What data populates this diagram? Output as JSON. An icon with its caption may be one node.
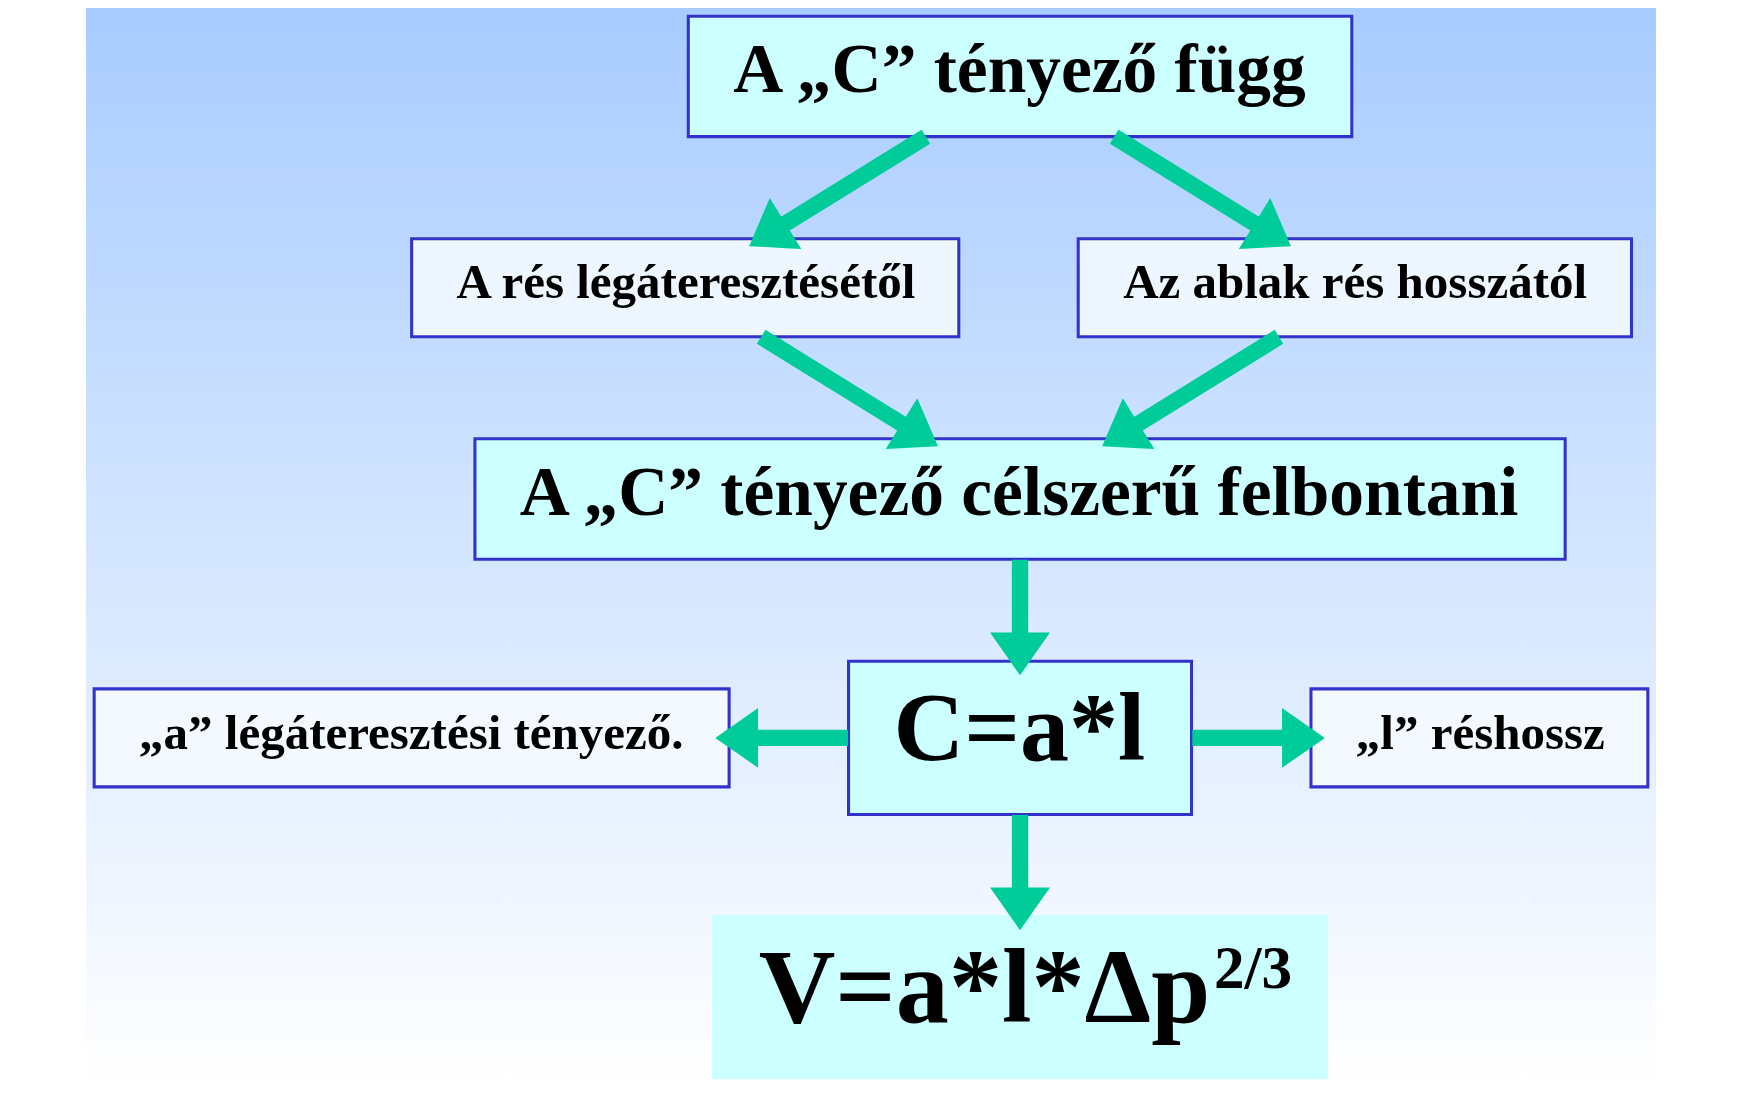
{
  "diagram": {
    "nodes": [
      {
        "text": [
          "A „C” tényező függ"
        ]
      },
      {
        "text": [
          "A rés légáteresztésétől"
        ]
      },
      {
        "text": [
          "Az ablak rés hosszától"
        ]
      },
      {
        "text": [
          "A „C” tényező célszerű felbontani"
        ]
      },
      {
        "text": [
          "C=a*l"
        ]
      },
      {
        "text": [
          "„a” légáteresztési tényező."
        ]
      },
      {
        "text": [
          "„l” réshossz"
        ]
      },
      {
        "text": [
          "V=a*l*Δp$^{2/3}$"
        ]
      }
    ],
    "edges": [
      {
        "from": 0,
        "to": 1,
        "arrow": "to"
      },
      {
        "from": 0,
        "to": 2,
        "arrow": "to"
      },
      {
        "from": 1,
        "to": 3,
        "arrow": "to"
      },
      {
        "from": 2,
        "to": 3,
        "arrow": "to"
      },
      {
        "from": 3,
        "to": 4,
        "arrow": "to"
      },
      {
        "from": 4,
        "to": 5,
        "arrow": "to"
      },
      {
        "from": 4,
        "to": 6,
        "arrow": "to"
      },
      {
        "from": 4,
        "to": 7,
        "arrow": "to"
      }
    ]
  }
}
